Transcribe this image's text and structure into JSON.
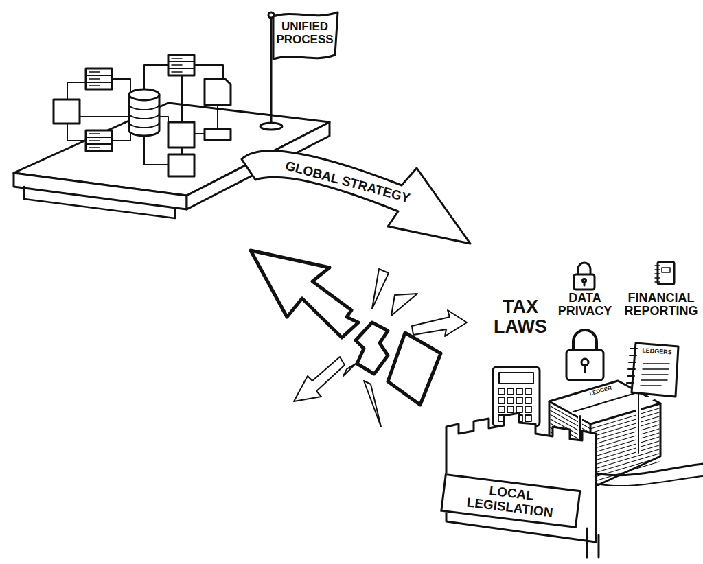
{
  "diagram": {
    "nodes": [
      {
        "text": [
          "UNIFIED PROCESS"
        ]
      },
      {
        "text": [
          "GLOBAL STRATEGY"
        ]
      },
      {
        "text": [
          "LOCAL LEGISLATION"
        ]
      }
    ],
    "labels": [
      "TAX LAWS",
      "DATA PRIVACY",
      "FINANCIAL REPORTING",
      "LEDGERS",
      "LEDGER"
    ]
  }
}
